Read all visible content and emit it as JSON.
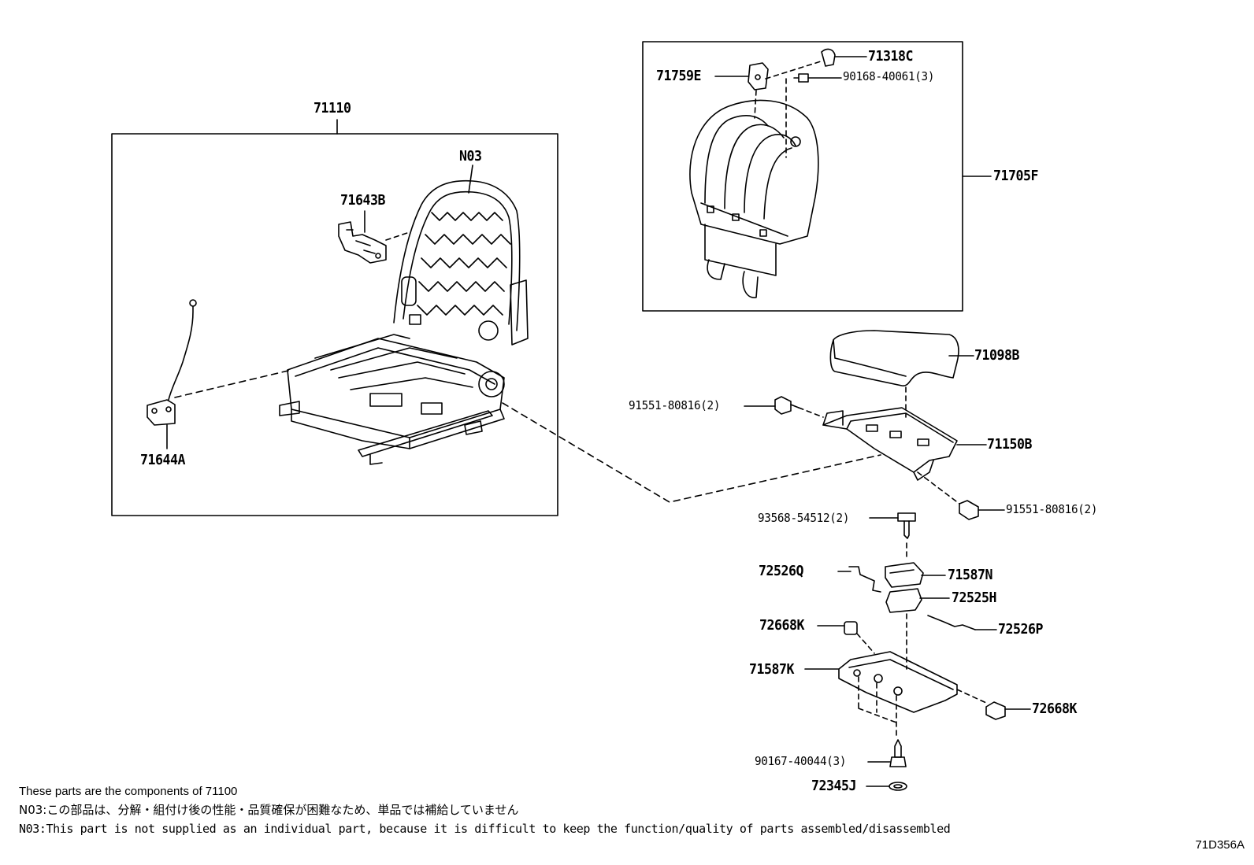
{
  "diagram": {
    "assembly_group_number": "71110",
    "parts": {
      "frame_assembly": "N03",
      "cable_upper": "71643B",
      "sensor_cable": "71644A",
      "cover_assembly": "71705F",
      "support_clip": "71318C",
      "bolt_upper": "90168-40061(3)",
      "support_piece": "71759E",
      "pad": "71098B",
      "bolt_left": "91551-80816(2)",
      "panel": "71150B",
      "bolt_right": "91551-80816(2)",
      "screw_top": "93568-54512(2)",
      "rod_left": "72526Q",
      "lever_block": "71587N",
      "lever_bracket": "72525H",
      "rod_right": "72526P",
      "knob_left": "72668K",
      "base_plate": "71587K",
      "knob_right": "72668K",
      "screw_bottom": "90167-40044(3)",
      "washer": "72345J"
    },
    "notes": [
      "These parts are the components of 71100",
      "N03:この部品は、分解・組付け後の性能・品質確保が困難なため、単品では補給していません",
      "N03:This part is not supplied as an individual part, because it is difficult to keep the function/quality of parts assembled/disassembled"
    ],
    "drawing_code": "71D356A"
  }
}
